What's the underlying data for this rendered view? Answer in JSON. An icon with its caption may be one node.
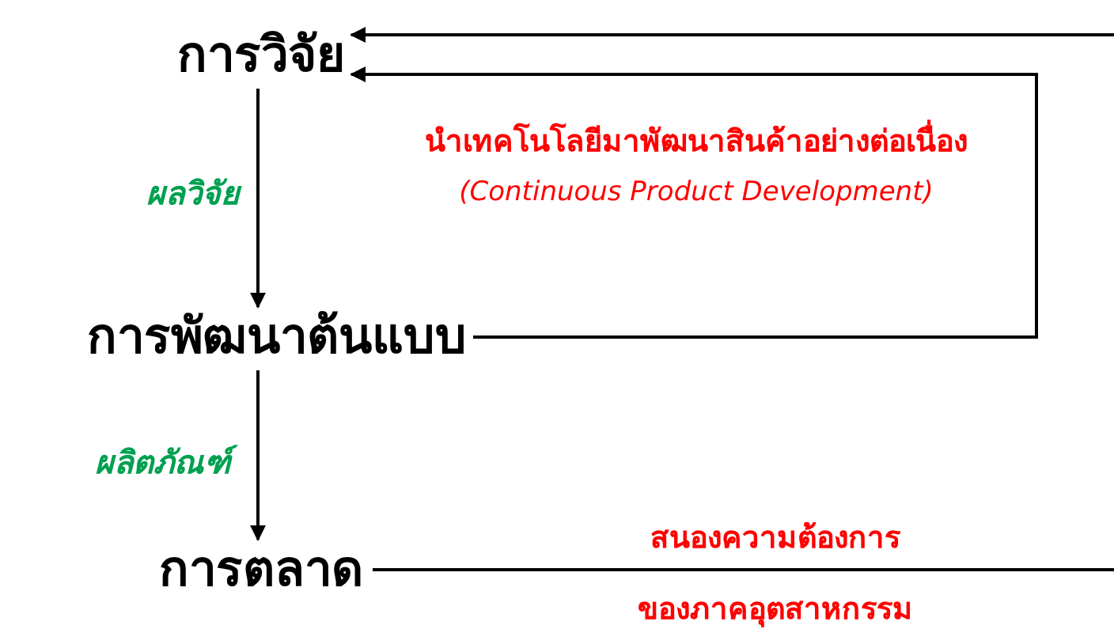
{
  "diagram": {
    "nodes": [
      {
        "text": [
          "การวิจัย"
        ]
      },
      {
        "text": [
          "การพัฒนาต้นแบบ"
        ]
      },
      {
        "text": [
          "การตลาด"
        ]
      }
    ],
    "edges": [
      {
        "from": 0,
        "to": 1,
        "arrow": "to",
        "label": "ผลวิจัย"
      },
      {
        "from": 1,
        "to": 2,
        "arrow": "to",
        "label": "ผลิตภัณฑ์"
      },
      {
        "from": 1,
        "to": 0,
        "arrow": "to",
        "label": "นำเทคโนโลยีมาพัฒนาสินค้าอย่างต่อเนื่อง *(Continuous Product Development)*"
      },
      {
        "from": null,
        "to": 0,
        "arrow": "to"
      },
      {
        "from": 2,
        "to": null,
        "arrow": "none"
      }
    ],
    "labels": [
      "สนองความต้องการ",
      "ของภาคอุตสาหกรรม"
    ]
  }
}
